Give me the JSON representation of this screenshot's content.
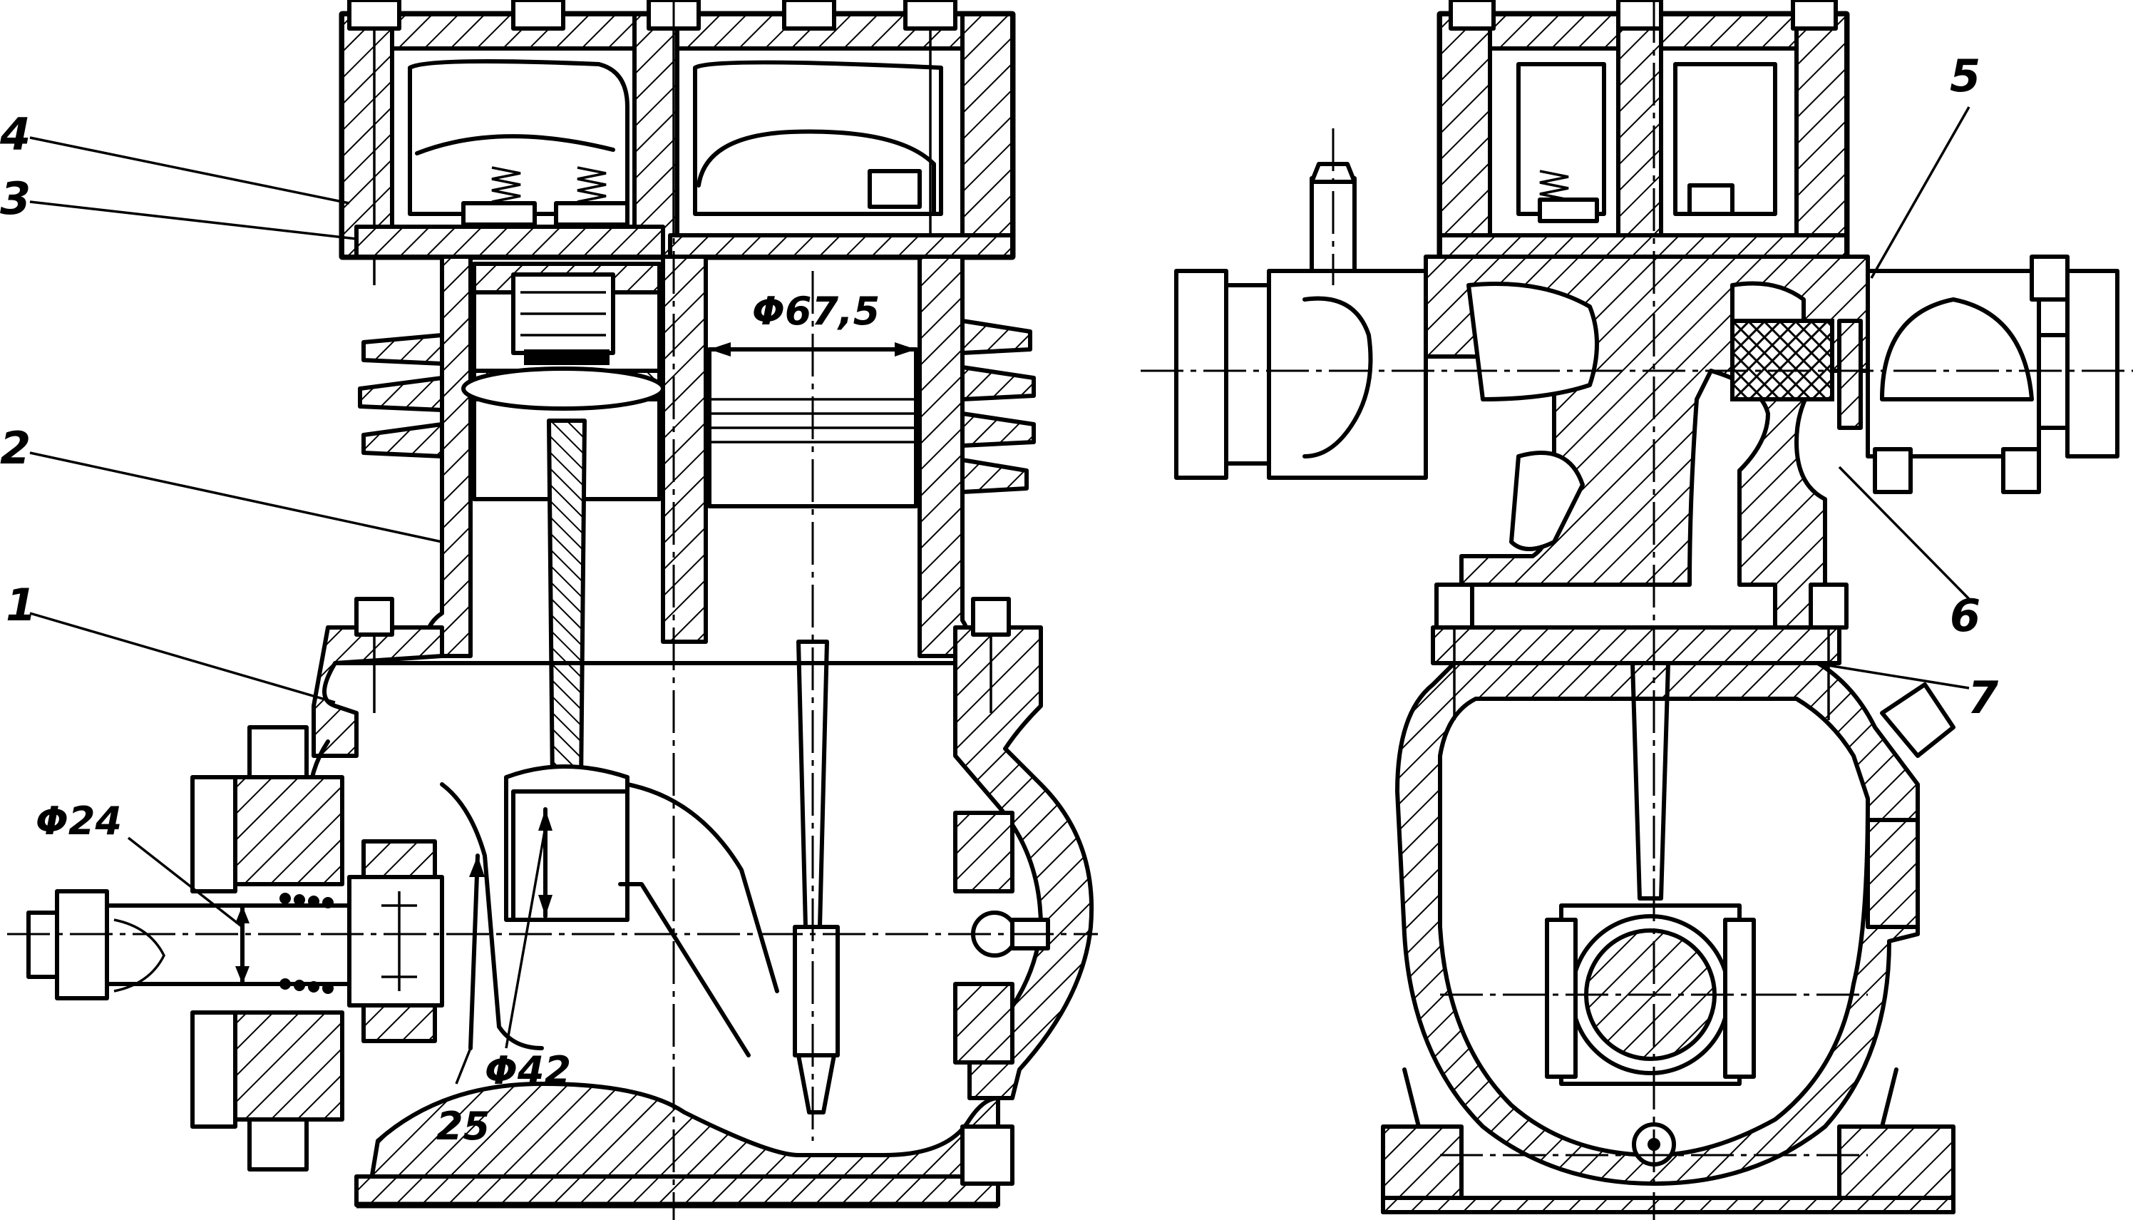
{
  "callouts": {
    "c1": "1",
    "c2": "2",
    "c3": "3",
    "c4": "4",
    "c5": "5",
    "c6": "6",
    "c7": "7"
  },
  "dimensions": {
    "bore": "Φ67,5",
    "shaft": "Φ24",
    "crankpin": "Φ42",
    "stroke_half": "25"
  },
  "colors": {
    "ink": "#000000",
    "paper": "#ffffff"
  }
}
